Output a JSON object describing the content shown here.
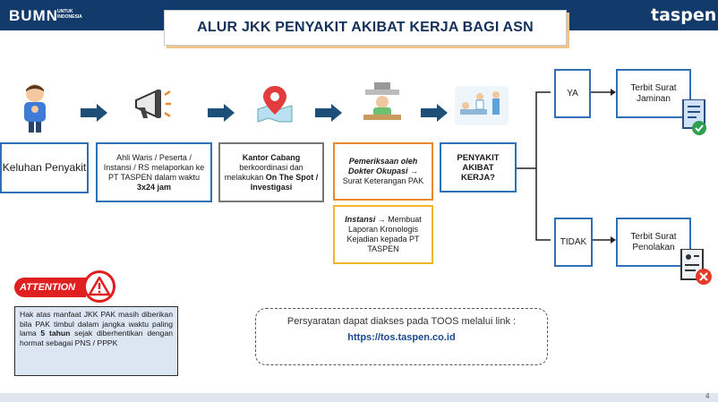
{
  "header": {
    "title": "ALUR JKK PENYAKIT AKIBAT KERJA BAGI ASN",
    "bumn_logo": "BUMN",
    "bumn_tagline": "UNTUK INDONESIA",
    "taspen_logo": "taspen"
  },
  "flow": {
    "step1": "Keluhan Penyakit",
    "step2": "Ahli Waris / Peserta / Instansi / RS melaporkan ke PT TASPEN dalam waktu",
    "step2_bold": "3x24 jam",
    "step3_bold1": "Kantor Cabang",
    "step3_text": "berkoordinasi dan melakukan",
    "step3_bold2": "On The Spot / Investigasi",
    "step4a_bold": "Pemeriksaan oleh Dokter Okupasi",
    "step4a_text": "→ Surat Keterangan PAK",
    "step4b_bold": "Instansi",
    "step4b_text": "→ Membuat Laporan Kronologis Kejadian kepada PT TASPEN",
    "step5": "PENYAKIT AKIBAT KERJA?",
    "yes_label": "YA",
    "yes_result": "Terbit Surat Jaminan",
    "no_label": "TIDAK",
    "no_result": "Terbit Surat Penolakan"
  },
  "attention": {
    "label": "ATTENTION",
    "note_prefix": "Hak atas manfaat JKK PAK masih diberikan bila PAK timbul dalam jangka waktu paling lama",
    "note_bold": "5 tahun",
    "note_suffix": "sejak diberhentikan dengan hormat sebagai PNS / PPPK"
  },
  "requirements": {
    "text": "Persyaratan dapat diakses pada TOOS melalui link :",
    "link": "https://tos.taspen.co.id"
  },
  "page_number": "4",
  "colors": {
    "navy": "#123a6b",
    "blue": "#2f6fb5",
    "orange": "#e88a2c",
    "yellow": "#f0b52b",
    "red": "#e02020"
  }
}
